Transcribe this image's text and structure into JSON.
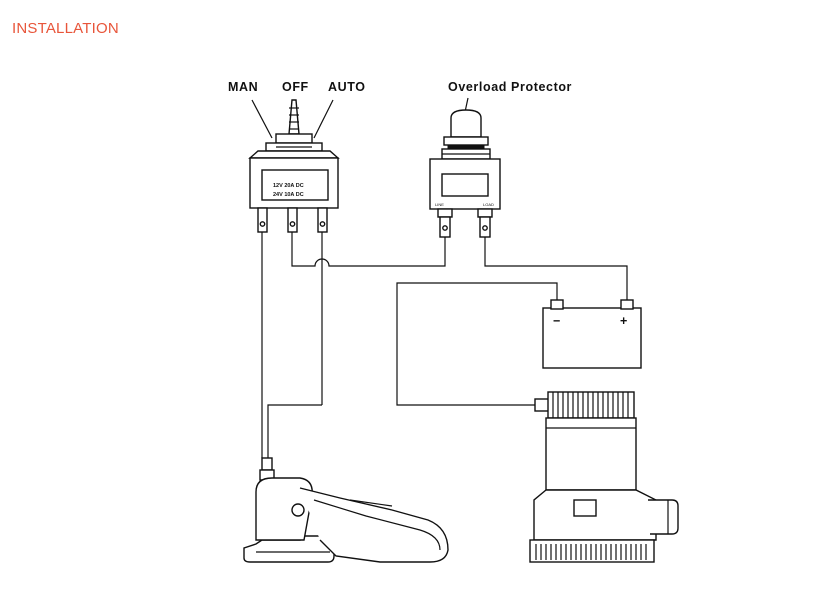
{
  "page": {
    "title": "INSTALLATION"
  },
  "switch": {
    "labels": {
      "man": "MAN",
      "off": "OFF",
      "auto": "AUTO"
    },
    "rating_line1": "12V  20A  DC",
    "rating_line2": "24V  10A  DC"
  },
  "protector": {
    "label": "Overload Protector",
    "terminal_left": "LINE",
    "terminal_right": "LOAD"
  },
  "battery": {
    "minus": "−",
    "plus": "+"
  },
  "colors": {
    "title": "#e8553a",
    "line": "#111111"
  }
}
